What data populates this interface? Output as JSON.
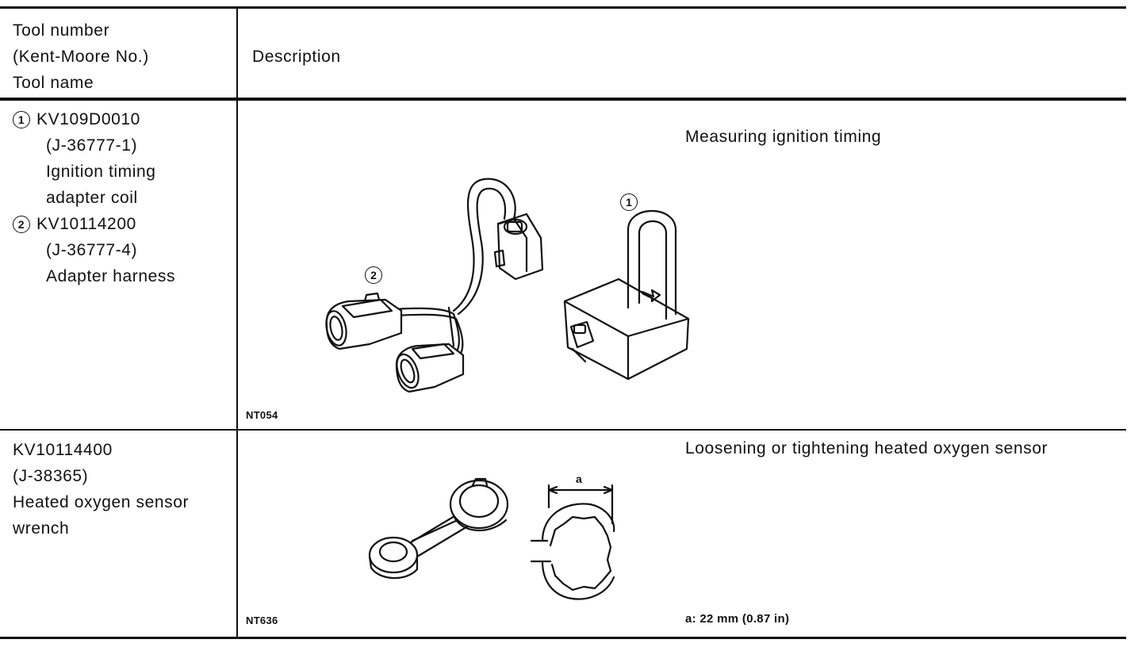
{
  "header": {
    "col1": [
      "Tool number",
      "(Kent-Moore No.)",
      "Tool name"
    ],
    "col2": "Description"
  },
  "rows": [
    {
      "tools": [
        {
          "marker": "1",
          "number": "KV109D0010",
          "kent_moore": "(J-36777-1)",
          "name_lines": [
            "Ignition timing",
            "adapter coil"
          ]
        },
        {
          "marker": "2",
          "number": "KV10114200",
          "kent_moore": "(J-36777-4)",
          "name_lines": [
            "Adapter harness"
          ]
        }
      ],
      "description": "Measuring ignition timing",
      "figure_code": "NT054",
      "callouts": [
        "1",
        "2"
      ]
    },
    {
      "tool_lines": [
        "KV10114400",
        "(J-38365)",
        "Heated oxygen sensor",
        "wrench"
      ],
      "description": "Loosening or tightening heated oxygen sensor",
      "figure_code": "NT636",
      "dimension_label": "a",
      "spec": "a: 22 mm (0.87 in)"
    }
  ]
}
